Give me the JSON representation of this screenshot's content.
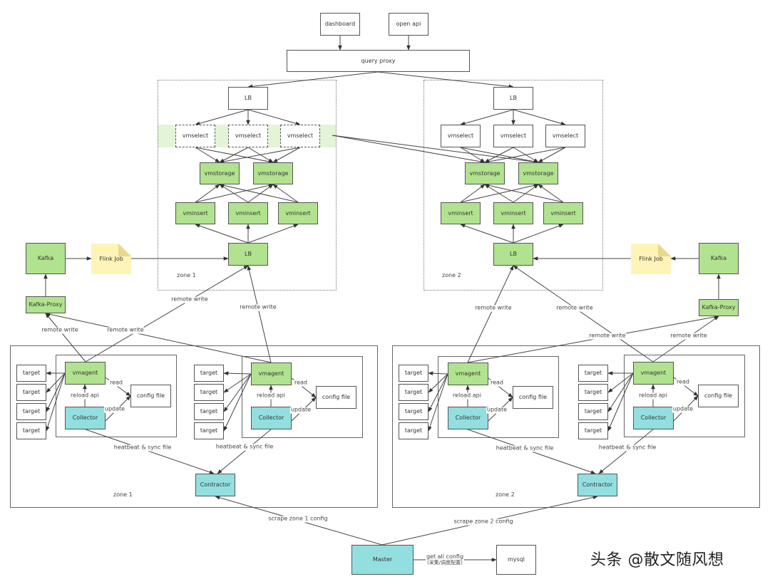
{
  "top": {
    "dashboard": "dashboard",
    "open_api": "open api",
    "query_proxy": "query proxy"
  },
  "storage_zones": [
    {
      "zone_label": "zone 1",
      "select_lb": "LB",
      "vmselect": [
        "vmselect",
        "vmselect",
        "vmselect"
      ],
      "vmstorage": [
        "vmstorage",
        "vmstorage"
      ],
      "vminsert": [
        "vminsert",
        "vminsert",
        "vminsert"
      ],
      "insert_lb": "LB",
      "vmselect_style": "dashed, highlighted band"
    },
    {
      "zone_label": "zone 2",
      "select_lb": "LB",
      "vmselect": [
        "vmselect",
        "vmselect",
        "vmselect"
      ],
      "vmstorage": [
        "vmstorage",
        "vmstorage"
      ],
      "vminsert": [
        "vminsert",
        "vminsert",
        "vminsert"
      ],
      "insert_lb": "LB",
      "vmselect_style": "solid"
    }
  ],
  "streaming": {
    "left": {
      "kafka": "Kafka",
      "flink": "Flink Job",
      "kafka_proxy": "Kafka-Proxy"
    },
    "right": {
      "kafka": "Kafka",
      "flink": "Flink Job",
      "kafka_proxy": "Kafka-Proxy"
    }
  },
  "collect_zones": [
    {
      "zone_label": "zone 1",
      "groups": [
        {
          "vmagent": "vmagent",
          "collector": "Collector",
          "config_file": "config file",
          "targets": [
            "target",
            "target",
            "target",
            "target"
          ],
          "read": "read",
          "update": "update",
          "reload_api": "reload api"
        },
        {
          "vmagent": "vmagent",
          "collector": "Collector",
          "config_file": "config file",
          "targets": [
            "target",
            "target",
            "target",
            "target"
          ],
          "read": "read",
          "update": "update",
          "reload_api": "reload api"
        }
      ],
      "contractor": "Contractor",
      "heartbeat": [
        "heatbeat & sync file",
        "heatbeat & sync file"
      ]
    },
    {
      "zone_label": "zone 2",
      "groups": [
        {
          "vmagent": "vmagent",
          "collector": "Collector",
          "config_file": "config file",
          "targets": [
            "target",
            "target",
            "target",
            "target"
          ],
          "read": "read",
          "update": "update",
          "reload_api": "reload api"
        },
        {
          "vmagent": "vmagent",
          "collector": "Collector",
          "config_file": "config file",
          "targets": [
            "target",
            "target",
            "target",
            "target"
          ],
          "read": "read",
          "update": "update",
          "reload_api": "reload api"
        }
      ],
      "contractor": "Contractor",
      "heartbeat": [
        "heatbeat & sync file",
        "heatbeat & sync file"
      ]
    }
  ],
  "edge_labels": {
    "remote_write": "remote write",
    "scrape_zone1": "scrape zone 1 config",
    "scrape_zone2": "scrape zone 2 config",
    "get_all_config": "get all config",
    "get_all_config_sub": "(采集/调度配置)"
  },
  "master": "Master",
  "mysql": "mysql",
  "watermark": "头条 @散文随风想",
  "colors": {
    "green": "#b1e28f",
    "cyan": "#93dfe0",
    "note_yellow": "#fff4b8",
    "highlight_band": "#e3f4d7"
  }
}
